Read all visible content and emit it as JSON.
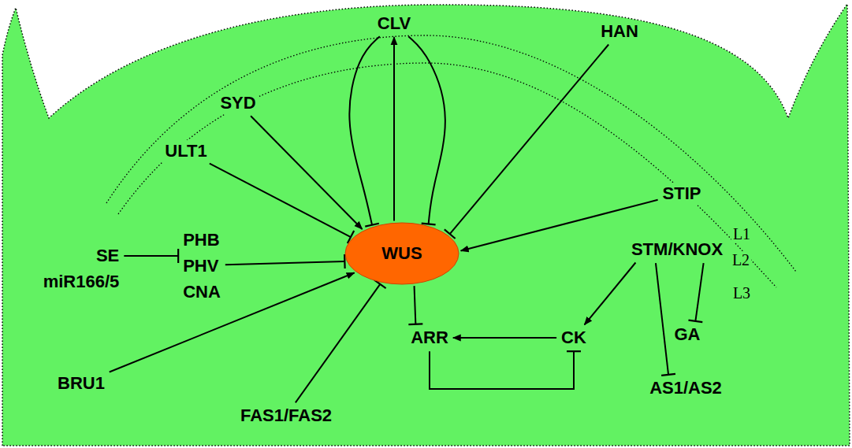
{
  "diagram": {
    "nodes": [
      {
        "text": [
          "CLV"
        ]
      },
      {
        "text": [
          "HAN"
        ]
      },
      {
        "text": [
          "SYD"
        ]
      },
      {
        "text": [
          "ULT1"
        ]
      },
      {
        "text": [
          "STIP"
        ]
      },
      {
        "text": [
          "SE miR166/5"
        ]
      },
      {
        "text": [
          "PHB PHV CNA"
        ]
      },
      {
        "text": [
          "WUS"
        ]
      },
      {
        "text": [
          "STM/KNOX"
        ]
      },
      {
        "text": [
          "ARR"
        ]
      },
      {
        "text": [
          "CK"
        ]
      },
      {
        "text": [
          "GA"
        ]
      },
      {
        "text": [
          "BRU1"
        ]
      },
      {
        "text": [
          "AS1/AS2"
        ]
      },
      {
        "text": [
          "FAS1/FAS2"
        ]
      }
    ],
    "edges": [
      {
        "from": 2,
        "to": 7,
        "arrow": "to"
      },
      {
        "from": 3,
        "to": 7,
        "arrow": "to"
      },
      {
        "from": 0,
        "to": 7,
        "arrow": "to"
      },
      {
        "from": 7,
        "to": 0,
        "arrow": "to"
      },
      {
        "from": 0,
        "to": 7,
        "arrow": "to"
      },
      {
        "from": 1,
        "to": 7,
        "arrow": "to"
      },
      {
        "from": 4,
        "to": 7,
        "arrow": "to"
      },
      {
        "from": 5,
        "to": 6,
        "arrow": "to"
      },
      {
        "from": 6,
        "to": 7,
        "arrow": "to"
      },
      {
        "from": 12,
        "to": 7,
        "arrow": "to"
      },
      {
        "from": 14,
        "to": 7,
        "arrow": "to"
      },
      {
        "from": 7,
        "to": 9,
        "arrow": "to"
      },
      {
        "from": 10,
        "to": 9,
        "arrow": "to"
      },
      {
        "from": 9,
        "to": 10,
        "arrow": "to"
      },
      {
        "from": 8,
        "to": 10,
        "arrow": "to"
      },
      {
        "from": 8,
        "to": 13,
        "arrow": "to"
      },
      {
        "from": 8,
        "to": 11,
        "arrow": "to"
      }
    ],
    "labels": [
      "L1",
      "L2",
      "L3"
    ]
  }
}
